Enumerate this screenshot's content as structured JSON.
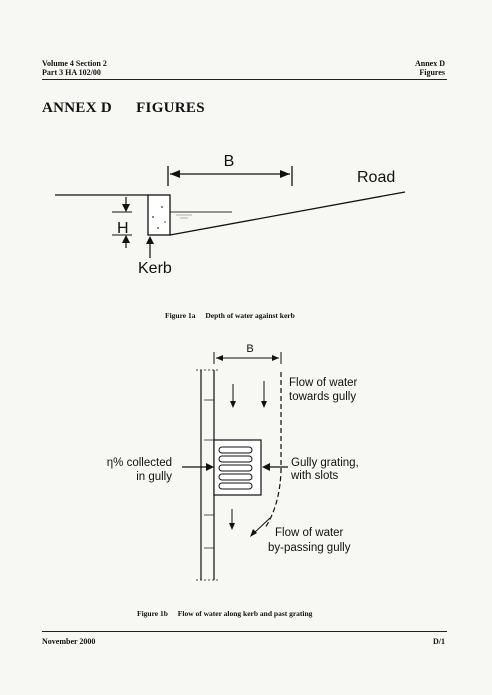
{
  "header": {
    "left_line1": "Volume 4  Section 2",
    "left_line2": "Part 3  HA 102/00",
    "right_line1": "Annex D",
    "right_line2": "Figures"
  },
  "title": {
    "part1": "ANNEX D",
    "part2": "FIGURES"
  },
  "figure1a": {
    "label_B": "B",
    "label_road": "Road",
    "label_H": "H",
    "label_kerb": "Kerb",
    "caption_num": "Figure 1a",
    "caption_text": "Depth of water against kerb"
  },
  "figure1b": {
    "label_B": "B",
    "flow_towards_1": "Flow of water",
    "flow_towards_2": "towards gully",
    "collected_1": "η% collected",
    "collected_2": "in gully",
    "grating_1": "Gully grating,",
    "grating_2": "with slots",
    "bypass_1": "Flow of water",
    "bypass_2": "by-passing gully",
    "caption_num": "Figure 1b",
    "caption_text": "Flow of water along kerb and past grating"
  },
  "footer": {
    "date": "November 2000",
    "page": "D/1"
  }
}
